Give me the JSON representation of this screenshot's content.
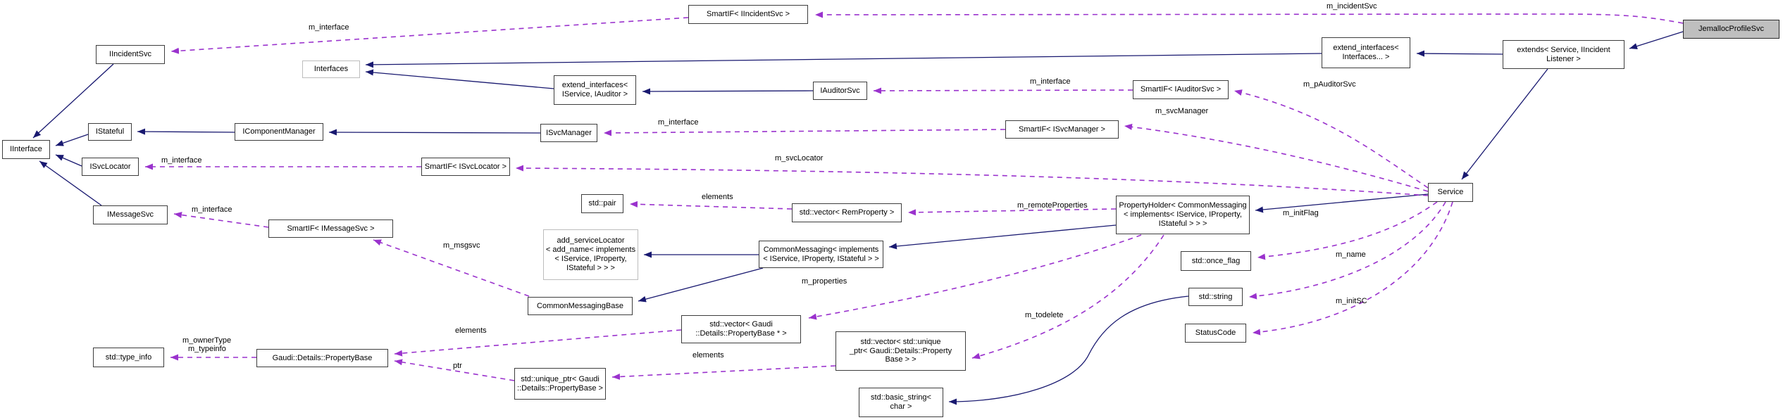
{
  "diagram": {
    "nodes": {
      "smartif_iincidentsvc": {
        "label": "SmartIF< IIncidentSvc >"
      },
      "jemallocprofilesvc": {
        "label": "JemallocProfileSvc"
      },
      "iincidentsvc": {
        "label": "IIncidentSvc"
      },
      "interfaces": {
        "label": "Interfaces"
      },
      "extend_interfaces_iservice_iauditor": {
        "label": "extend_interfaces<\nIService, IAuditor >"
      },
      "iauditorsvc": {
        "label": "IAuditorSvc"
      },
      "smartif_iauditorsvc": {
        "label": "SmartIF< IAuditorSvc >"
      },
      "extend_interfaces_interfaces": {
        "label": "extend_interfaces<\nInterfaces... >"
      },
      "extends_service_iincidentlistener": {
        "label": "extends< Service, IIncident\nListener >"
      },
      "iinterface": {
        "label": "IInterface"
      },
      "istateful": {
        "label": "IStateful"
      },
      "icomponentmanager": {
        "label": "IComponentManager"
      },
      "isvclocator": {
        "label": "ISvcLocator"
      },
      "isvcmanager": {
        "label": "ISvcManager"
      },
      "smartif_isvcmanager": {
        "label": "SmartIF< ISvcManager >"
      },
      "smartif_isvclocator": {
        "label": "SmartIF< ISvcLocator >"
      },
      "imessagesvc": {
        "label": "IMessageSvc"
      },
      "smartif_imessagesvc": {
        "label": "SmartIF< IMessageSvc >"
      },
      "std_pair": {
        "label": "std::pair"
      },
      "vector_remproperty": {
        "label": "std::vector< RemProperty >"
      },
      "propertyholder": {
        "label": "PropertyHolder< CommonMessaging\n< implements< IService, IProperty,\nIStateful > > >"
      },
      "service": {
        "label": "Service"
      },
      "add_servicelocator": {
        "label": "add_serviceLocator\n< add_name< implements\n< IService, IProperty,\nIStateful > > >"
      },
      "commonmessaging": {
        "label": "CommonMessaging< implements\n< IService, IProperty, IStateful > >"
      },
      "once_flag": {
        "label": "std::once_flag"
      },
      "commonmessagingbase": {
        "label": "CommonMessagingBase"
      },
      "std_string": {
        "label": "std::string"
      },
      "statuscode": {
        "label": "StatusCode"
      },
      "vector_propertybase_ptr": {
        "label": "std::vector< Gaudi\n::Details::PropertyBase * >"
      },
      "vector_unique_ptr": {
        "label": "std::vector< std::unique\n_ptr< Gaudi::Details::Property\nBase > >"
      },
      "std_type_info": {
        "label": "std::type_info"
      },
      "propertybase": {
        "label": "Gaudi::Details::PropertyBase"
      },
      "unique_ptr": {
        "label": "std::unique_ptr< Gaudi\n::Details::PropertyBase >"
      },
      "basic_string": {
        "label": "std::basic_string<\nchar >"
      }
    },
    "edge_labels": {
      "m_interface": "m_interface",
      "m_incidentSvc": "m_incidentSvc",
      "m_pAuditorSvc": "m_pAuditorSvc",
      "m_svcManager": "m_svcManager",
      "m_svcLocator": "m_svcLocator",
      "m_remoteProperties": "m_remoteProperties",
      "m_initFlag": "m_initFlag",
      "m_msgsvc": "m_msgsvc",
      "m_properties": "m_properties",
      "m_name": "m_name",
      "m_initSC": "m_initSC",
      "m_todelete": "m_todelete",
      "m_ownerType": "m_ownerType",
      "m_typeinfo": "m_typeinfo",
      "elements": "elements",
      "ptr": "ptr"
    },
    "colors": {
      "inheritance_edge": "#191970",
      "usage_edge": "#9a32cd",
      "node_fill": "#ffffff",
      "node_border": "#3d3d3d",
      "focus_node_fill": "#bfbfbf",
      "unlinked_node_border": "#bdbdbd"
    }
  }
}
